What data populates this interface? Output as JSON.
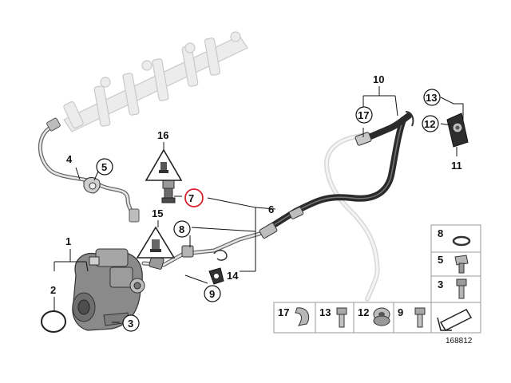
{
  "callouts": {
    "c1": "1",
    "c2": "2",
    "c3": "3",
    "c4": "4",
    "c5": "5",
    "c6": "6",
    "c7": "7",
    "c8": "8",
    "c9": "9",
    "c10": "10",
    "c11": "11",
    "c12": "12",
    "c13": "13",
    "c14": "14",
    "c15": "15",
    "c16": "16",
    "c17": "17"
  },
  "legend_right": {
    "r8": "8",
    "r5": "5",
    "r3": "3"
  },
  "legend_bottom": {
    "b17": "17",
    "b13": "13",
    "b12": "12",
    "b9": "9"
  },
  "diagram_id": "168812",
  "colors": {
    "highlight": "#d9232d",
    "hose": "#2b2b2b",
    "ghost": "#d8d8d8"
  }
}
